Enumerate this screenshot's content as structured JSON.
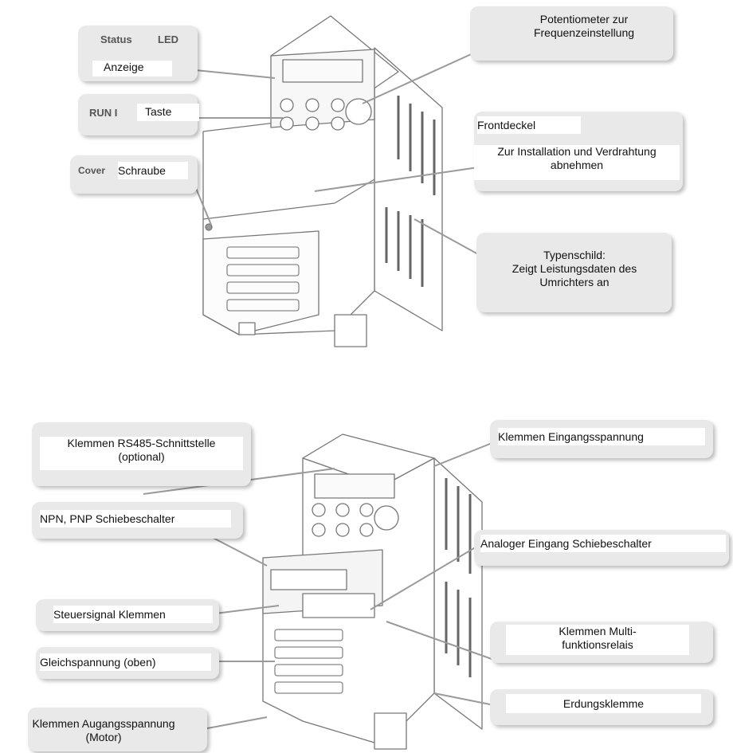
{
  "top_figure": {
    "status_led": {
      "prefix": "Status",
      "suffix": "LED",
      "label": "Anzeige"
    },
    "run_key": {
      "prefix": "RUN I",
      "label": "Taste"
    },
    "cover_screw": {
      "prefix": "Cover",
      "label": "Schraube"
    },
    "potentiometer": {
      "line1": "Potentiometer zur",
      "line2": "Frequenzeinstellung"
    },
    "front_cover": {
      "title": "Frontdeckel",
      "line1": "Zur Installation und Verdrahtung",
      "line2": "abnehmen"
    },
    "nameplate": {
      "line1": "Typenschild:",
      "line2": "Zeigt Leistungsdaten des",
      "line3": "Umrichters an"
    }
  },
  "bottom_figure": {
    "rs485": {
      "line1": "Klemmen RS485-Schnittstelle",
      "line2": "(optional)"
    },
    "npn_pnp": {
      "label": "NPN, PNP Schiebeschalter"
    },
    "control_terminals": {
      "label": "Steuersignal Klemmen"
    },
    "dc_voltage": {
      "label": "Gleichspannung (oben)"
    },
    "output_terminals": {
      "line1": "Klemmen Augangsspannung",
      "line2": "(Motor)"
    },
    "input_terminals": {
      "label": "Klemmen Eingangsspannung"
    },
    "analog_switch": {
      "label": "Analoger Eingang Schiebeschalter"
    },
    "relay_terminals": {
      "line1": "Klemmen Multi-",
      "line2": "funktionsrelais"
    },
    "ground_terminal": {
      "label": "Erdungsklemme"
    }
  }
}
